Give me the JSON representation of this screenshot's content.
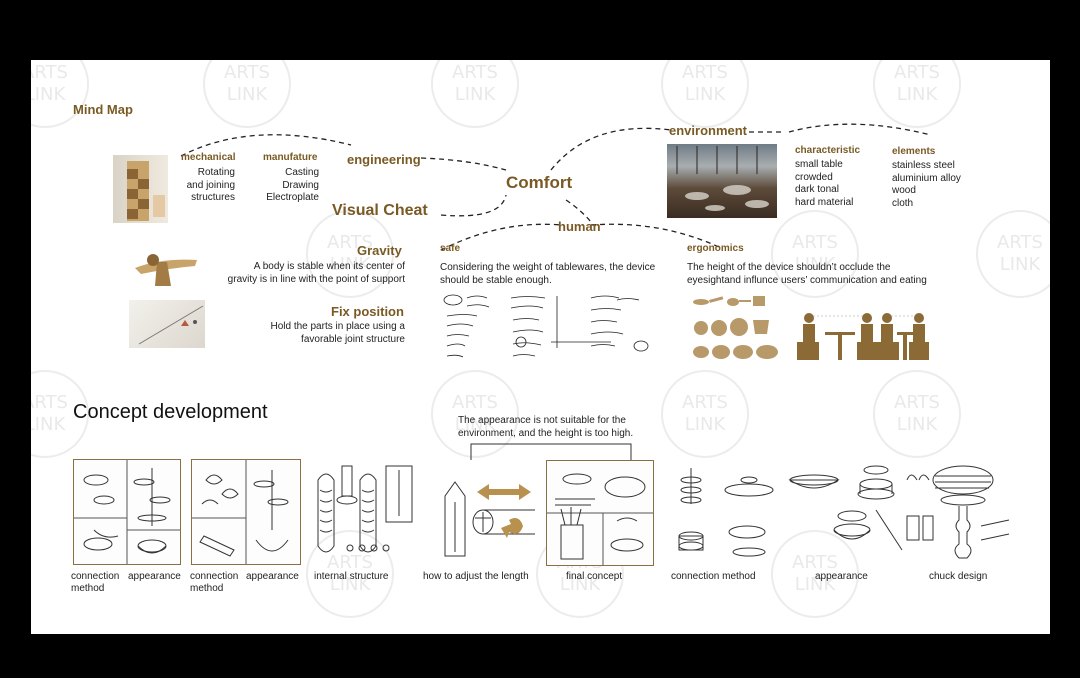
{
  "watermark_text": "ARTS LINK",
  "mind_map": {
    "title": "Mind Map",
    "center": "Comfort",
    "engineering": {
      "label": "engineering",
      "mechanical": {
        "label": "mechanical",
        "lines": [
          "Rotating",
          "and joining",
          "structures"
        ]
      },
      "manufature": {
        "label": "manufature",
        "lines": [
          "Casting",
          "Drawing",
          "Electroplate"
        ]
      }
    },
    "visual_cheat": {
      "label": "Visual Cheat",
      "gravity": {
        "label": "Gravity",
        "lines": [
          "A body is stable when its center of",
          "gravity is in line with the point of support"
        ]
      },
      "fix_position": {
        "label": "Fix position",
        "lines": [
          "Hold the parts in place using a",
          "favorable joint structure"
        ]
      }
    },
    "human": {
      "label": "human",
      "safe": {
        "label": "safe",
        "lines": [
          "Considering the weight of  tablewares, the device",
          "should be stable enough."
        ]
      },
      "ergonomics": {
        "label": "ergonomics",
        "lines": [
          "The height of the device shouldn’t occlude the",
          "eyesightand influnce users’ communication and eating"
        ]
      }
    },
    "environment": {
      "label": "environment",
      "characteristic": {
        "label": "characteristic",
        "items": [
          "small table",
          "crowded",
          "dark tonal",
          "hard material"
        ]
      },
      "elements": {
        "label": "elements",
        "items": [
          "stainless steel",
          "aluminium alloy",
          "wood",
          "cloth"
        ]
      }
    }
  },
  "concept": {
    "title": "Concept development",
    "note_lines": [
      "The appearance  is not suitable for  the",
      "environment, and the height is too high."
    ],
    "captions": [
      {
        "lines": [
          "connection",
          "method"
        ]
      },
      {
        "lines": [
          "appearance"
        ]
      },
      {
        "lines": [
          "connection",
          "method"
        ]
      },
      {
        "lines": [
          "appearance"
        ]
      },
      {
        "lines": [
          "internal structure"
        ]
      },
      {
        "lines": [
          "how to adjust the length"
        ]
      },
      {
        "lines": [
          "final concept"
        ]
      },
      {
        "lines": [
          "connection method"
        ]
      },
      {
        "lines": [
          "appearance"
        ]
      },
      {
        "lines": [
          "chuck design"
        ]
      }
    ]
  },
  "colors": {
    "accent": "#7a5a24",
    "ink": "#222222",
    "tan": "#a78a55"
  }
}
